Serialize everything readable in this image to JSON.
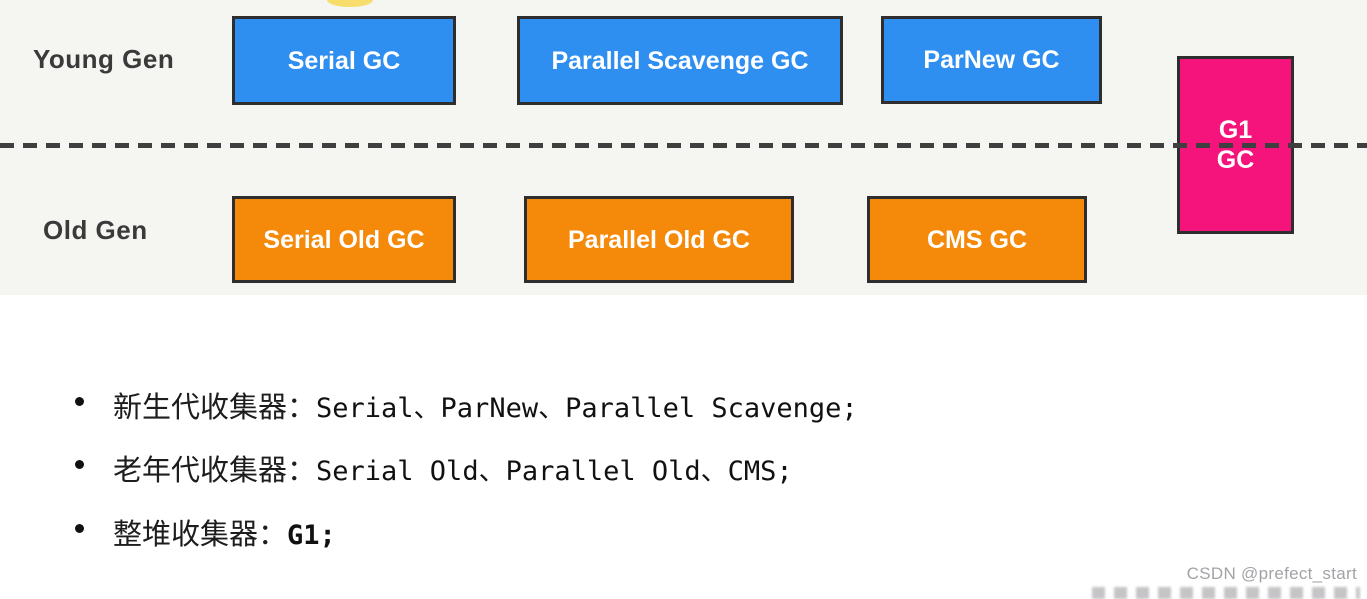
{
  "diagram": {
    "young_gen_label": "Young Gen",
    "old_gen_label": "Old Gen",
    "young_boxes": [
      {
        "label": "Serial GC"
      },
      {
        "label": "Parallel Scavenge GC"
      },
      {
        "label": "ParNew GC"
      }
    ],
    "old_boxes": [
      {
        "label": "Serial Old GC"
      },
      {
        "label": "Parallel Old GC"
      },
      {
        "label": "CMS GC"
      }
    ],
    "g1_box": {
      "line1": "G1",
      "line2": "GC"
    },
    "colors": {
      "young": "#2F8FF0",
      "old": "#F5890A",
      "g1": "#F4147C",
      "border": "#2E2E2E",
      "dash": "#3F3F3F",
      "label": "#3A3A3A",
      "watermark": "#A3A3A7",
      "bg_top": "#F5F6F2"
    }
  },
  "bullets": [
    {
      "label": "新生代收集器：",
      "value": "Serial、ParNew、Parallel Scavenge;"
    },
    {
      "label": "老年代收集器：",
      "value": "Serial Old、Parallel Old、CMS;"
    },
    {
      "label": "整堆收集器：",
      "value": "G1;"
    }
  ],
  "watermark": "CSDN @prefect_start"
}
